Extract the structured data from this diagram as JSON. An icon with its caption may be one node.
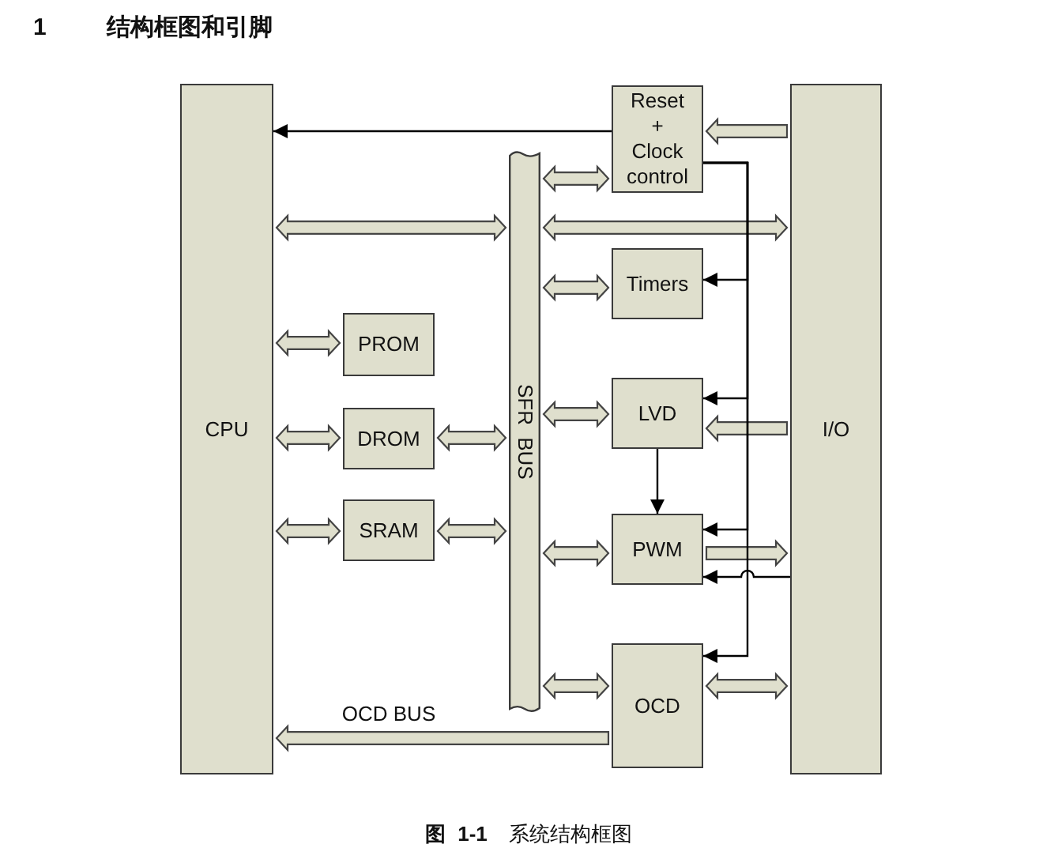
{
  "diagram": {
    "title": "1 结构框图和引脚",
    "caption": "**图 1-1** 系统结构框图",
    "nodes": [
      {
        "text": [
          "CPU"
        ]
      },
      {
        "text": [
          "PROM"
        ]
      },
      {
        "text": [
          "DROM"
        ]
      },
      {
        "text": [
          "SRAM"
        ]
      },
      {
        "text": [
          "SFR BUS"
        ]
      },
      {
        "text": [
          "Reset + Clock control"
        ]
      },
      {
        "text": [
          "Timers"
        ]
      },
      {
        "text": [
          "LVD"
        ]
      },
      {
        "text": [
          "PWM"
        ]
      },
      {
        "text": [
          "OCD"
        ]
      },
      {
        "text": [
          "I/O"
        ]
      }
    ],
    "edges": [
      {
        "from": 5,
        "to": 0,
        "arrow": "to"
      },
      {
        "from": 10,
        "to": 5,
        "arrow": "to",
        "style": "thick"
      },
      {
        "from": 4,
        "to": 5,
        "arrow": "both",
        "style": "thick"
      },
      {
        "from": 0,
        "to": 4,
        "arrow": "both",
        "style": "thick"
      },
      {
        "from": 4,
        "to": 10,
        "arrow": "both",
        "style": "thick"
      },
      {
        "from": 5,
        "to": 6,
        "arrow": "to"
      },
      {
        "from": 4,
        "to": 6,
        "arrow": "both",
        "style": "thick"
      },
      {
        "from": 0,
        "to": 1,
        "arrow": "both",
        "style": "thick"
      },
      {
        "from": 5,
        "to": 7,
        "arrow": "to"
      },
      {
        "from": 4,
        "to": 7,
        "arrow": "both",
        "style": "thick"
      },
      {
        "from": 10,
        "to": 7,
        "arrow": "to",
        "style": "thick"
      },
      {
        "from": 0,
        "to": 2,
        "arrow": "both",
        "style": "thick"
      },
      {
        "from": 2,
        "to": 4,
        "arrow": "both",
        "style": "thick"
      },
      {
        "from": 7,
        "to": 8,
        "arrow": "to"
      },
      {
        "from": 5,
        "to": 8,
        "arrow": "to"
      },
      {
        "from": 4,
        "to": 8,
        "arrow": "both",
        "style": "thick"
      },
      {
        "from": 8,
        "to": 10,
        "arrow": "to",
        "style": "thick"
      },
      {
        "from": 10,
        "to": 8,
        "arrow": "to"
      },
      {
        "from": 0,
        "to": 3,
        "arrow": "both",
        "style": "thick"
      },
      {
        "from": 3,
        "to": 4,
        "arrow": "both",
        "style": "thick"
      },
      {
        "from": 5,
        "to": 9,
        "arrow": "to"
      },
      {
        "from": 4,
        "to": 9,
        "arrow": "both",
        "style": "thick"
      },
      {
        "from": 9,
        "to": 10,
        "arrow": "both",
        "style": "thick"
      },
      {
        "from": 9,
        "to": 0,
        "arrow": "to",
        "style": "thick",
        "label": "OCD BUS"
      }
    ]
  }
}
